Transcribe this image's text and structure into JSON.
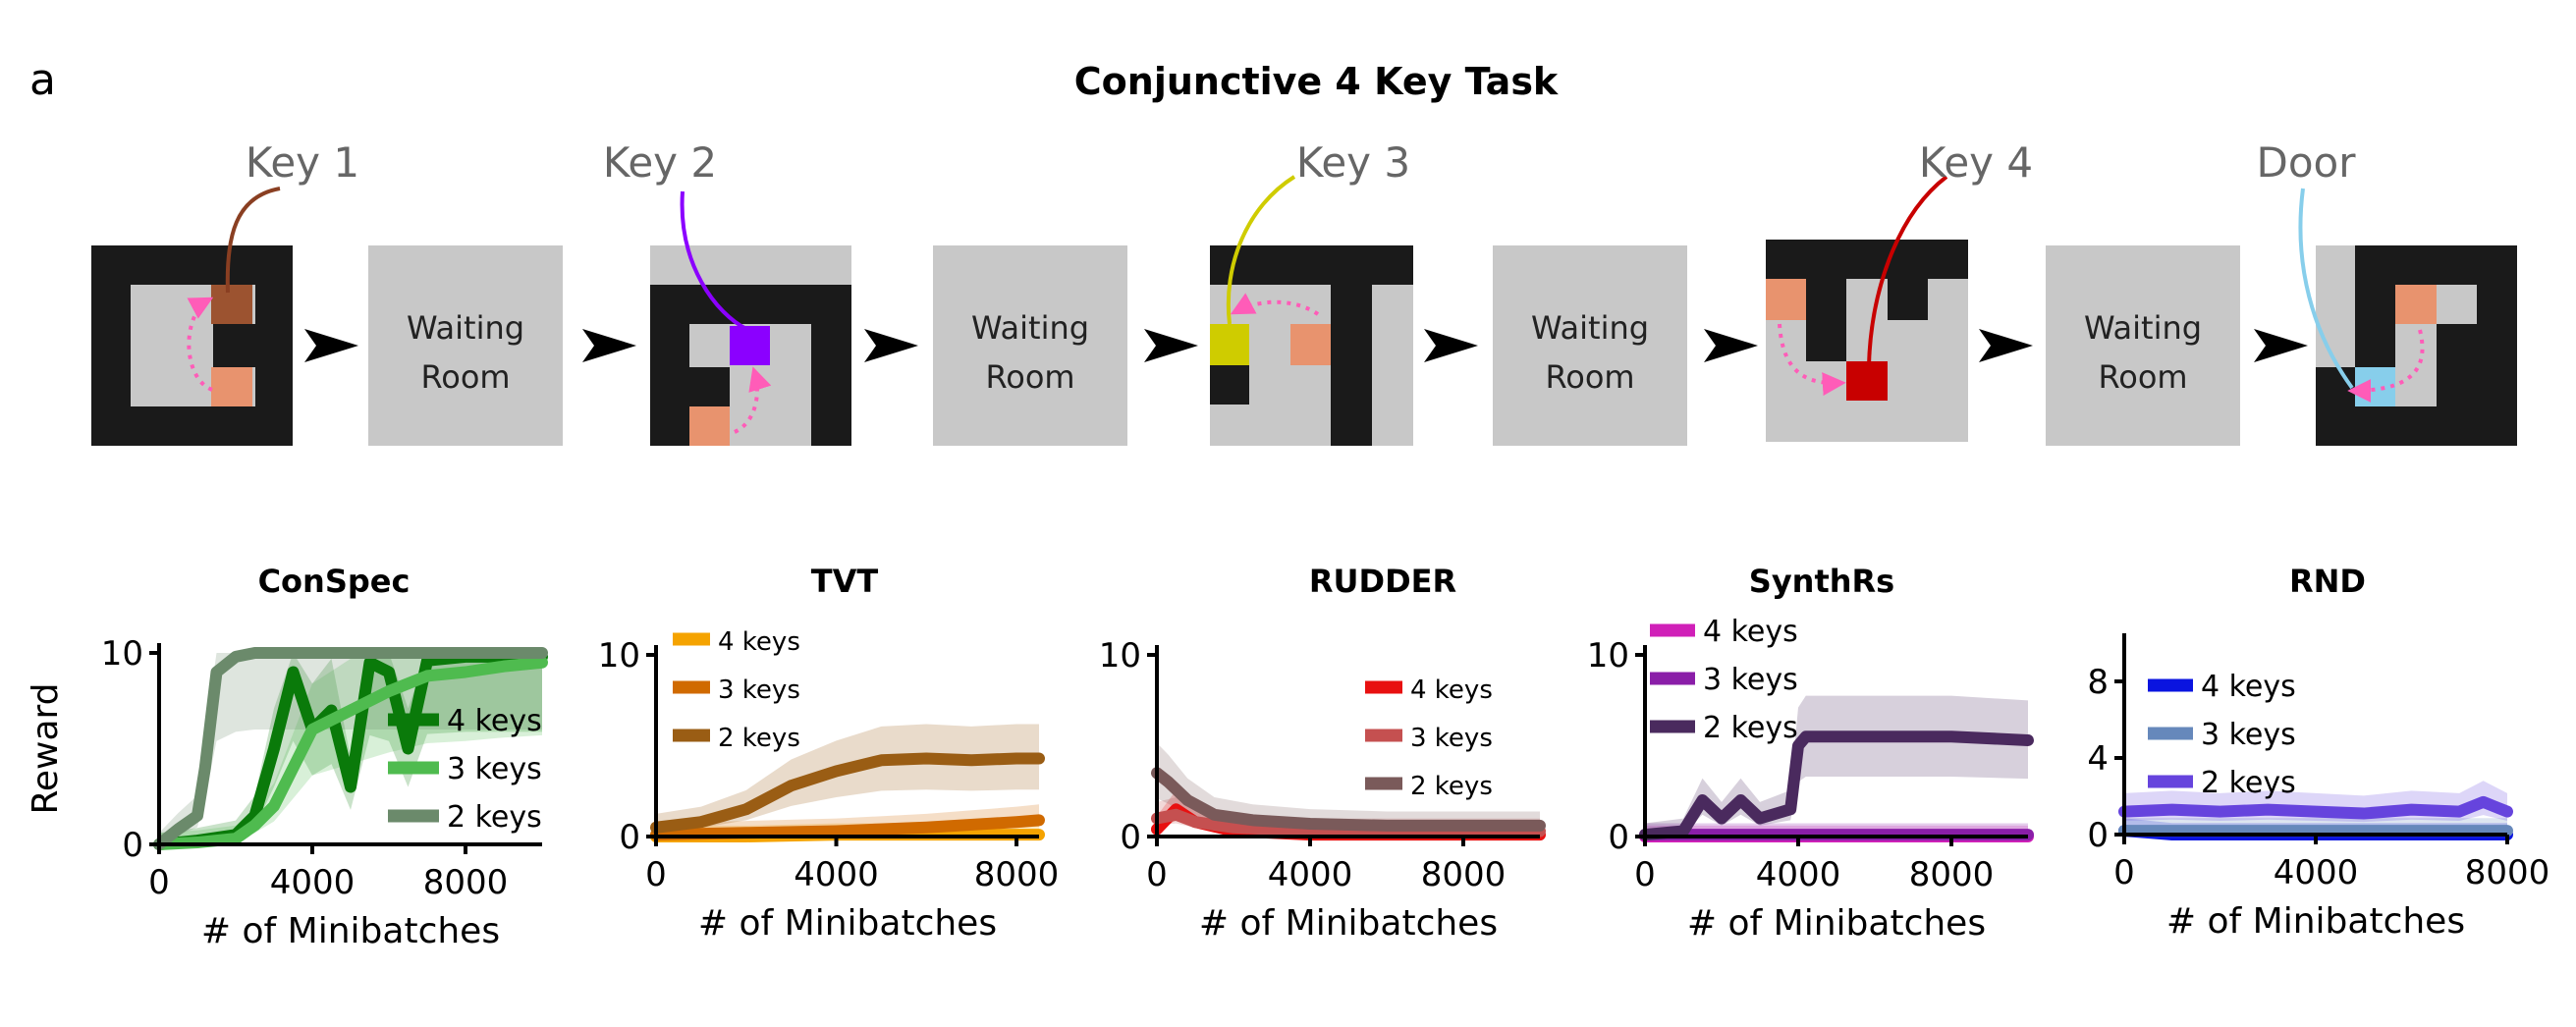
{
  "panel_letter": "a",
  "task_title": "Conjunctive 4 Key Task",
  "rooms": [
    {
      "label": "Key 1",
      "color": "#9c5330"
    },
    {
      "label": "Key 2",
      "color": "#8b00ff"
    },
    {
      "label": "Key 3",
      "color": "#cfcc00"
    },
    {
      "label": "Key 4",
      "color": "#c80000"
    },
    {
      "label": "Door",
      "color": "#87ceeb"
    }
  ],
  "waiting_room_line1": "Waiting",
  "waiting_room_line2": "Room",
  "colors": {
    "wall": "#1a1a1a",
    "floor": "#c8c8c8",
    "agent": "#e8936e",
    "path_arrow": "#ff5cb8"
  },
  "chart_data": [
    {
      "type": "line",
      "title": "ConSpec",
      "ylabel": "Reward",
      "xlabel": "# of Minibatches",
      "xlim": [
        0,
        10000
      ],
      "ylim": [
        0,
        10
      ],
      "xticks": [
        0,
        4000,
        8000
      ],
      "yticks": [
        0,
        10
      ],
      "legend_loc": "center right",
      "series": [
        {
          "name": "4 keys",
          "color": "#0a7a0a",
          "x": [
            0,
            1000,
            2000,
            2500,
            3000,
            3500,
            4000,
            4500,
            5000,
            5500,
            6000,
            6500,
            7000,
            8000,
            9000,
            10000
          ],
          "y": [
            0,
            0.2,
            0.5,
            1.5,
            5,
            9,
            6,
            7,
            3,
            9.5,
            9,
            5,
            9.6,
            9.8,
            9.8,
            9.8
          ]
        },
        {
          "name": "3 keys",
          "color": "#4fbb4f",
          "x": [
            0,
            1000,
            2000,
            2500,
            3000,
            3500,
            4000,
            5000,
            6000,
            7000,
            8000,
            9000,
            10000
          ],
          "y": [
            0,
            0.1,
            0.3,
            1,
            2,
            4,
            6,
            7,
            8,
            8.8,
            9,
            9.3,
            9.5
          ]
        },
        {
          "name": "2 keys",
          "color": "#6b8a6b",
          "x": [
            0,
            500,
            1000,
            1200,
            1500,
            2000,
            2500,
            3000,
            4000,
            6000,
            8000,
            10000
          ],
          "y": [
            0,
            0.8,
            1.5,
            4,
            9,
            9.8,
            10,
            10,
            10,
            10,
            10,
            10
          ]
        }
      ]
    },
    {
      "type": "line",
      "title": "TVT",
      "ylabel": "",
      "xlabel": "# of Minibatches",
      "xlim": [
        0,
        8500
      ],
      "ylim": [
        0,
        10
      ],
      "xticks": [
        0,
        4000,
        8000
      ],
      "yticks": [
        0,
        10
      ],
      "legend_loc": "upper left",
      "series": [
        {
          "name": "4 keys",
          "color": "#f5a300",
          "x": [
            0,
            2000,
            4000,
            6000,
            8500
          ],
          "y": [
            0,
            0,
            0.1,
            0.1,
            0.1
          ]
        },
        {
          "name": "3 keys",
          "color": "#d06a00",
          "x": [
            0,
            2000,
            4000,
            6000,
            8000,
            8500
          ],
          "y": [
            0.1,
            0.2,
            0.3,
            0.5,
            0.8,
            0.9
          ]
        },
        {
          "name": "2 keys",
          "color": "#9a5d14",
          "x": [
            0,
            1000,
            2000,
            3000,
            4000,
            5000,
            6000,
            7000,
            8000,
            8500
          ],
          "y": [
            0.5,
            0.8,
            1.5,
            2.8,
            3.6,
            4.2,
            4.3,
            4.2,
            4.3,
            4.3
          ]
        }
      ]
    },
    {
      "type": "line",
      "title": "RUDDER",
      "ylabel": "",
      "xlabel": "# of Minibatches",
      "xlim": [
        0,
        10000
      ],
      "ylim": [
        0,
        10
      ],
      "xticks": [
        0,
        4000,
        8000
      ],
      "yticks": [
        0,
        10
      ],
      "legend_loc": "center right",
      "series": [
        {
          "name": "4 keys",
          "color": "#e81010",
          "x": [
            0,
            500,
            1000,
            2000,
            3000,
            4000,
            6000,
            8000,
            10000
          ],
          "y": [
            0.4,
            1.5,
            0.8,
            0.3,
            0.2,
            0.1,
            0.1,
            0.1,
            0.1
          ]
        },
        {
          "name": "3 keys",
          "color": "#c55050",
          "x": [
            0,
            500,
            1000,
            2000,
            3000,
            4000,
            6000,
            8000,
            10000
          ],
          "y": [
            1,
            1.2,
            0.8,
            0.5,
            0.4,
            0.3,
            0.3,
            0.3,
            0.3
          ]
        },
        {
          "name": "2 keys",
          "color": "#7a5a5a",
          "x": [
            0,
            300,
            800,
            1500,
            2500,
            4000,
            6000,
            8000,
            10000
          ],
          "y": [
            3.5,
            3,
            2,
            1.2,
            0.9,
            0.7,
            0.6,
            0.6,
            0.6
          ]
        }
      ]
    },
    {
      "type": "line",
      "title": "SynthRs",
      "ylabel": "",
      "xlabel": "# of Minibatches",
      "xlim": [
        0,
        10000
      ],
      "ylim": [
        0,
        10
      ],
      "xticks": [
        0,
        4000,
        8000
      ],
      "yticks": [
        0,
        10
      ],
      "legend_loc": "upper left",
      "series": [
        {
          "name": "4 keys",
          "color": "#d020b8",
          "x": [
            0,
            5000,
            10000
          ],
          "y": [
            0,
            0,
            0
          ]
        },
        {
          "name": "3 keys",
          "color": "#8a1ea8",
          "x": [
            0,
            5000,
            10000
          ],
          "y": [
            0.1,
            0.1,
            0.1
          ]
        },
        {
          "name": "2 keys",
          "color": "#4a2a5e",
          "x": [
            0,
            1000,
            1500,
            2000,
            2500,
            3000,
            3800,
            4000,
            4200,
            6000,
            8000,
            10000
          ],
          "y": [
            0.1,
            0.3,
            2,
            1,
            2,
            1,
            1.5,
            5,
            5.5,
            5.5,
            5.5,
            5.3
          ]
        }
      ]
    },
    {
      "type": "line",
      "title": "RND",
      "ylabel": "",
      "xlabel": "# of Minibatches",
      "xlim": [
        0,
        8000
      ],
      "ylim": [
        0,
        10
      ],
      "xticks": [
        0,
        4000,
        8000
      ],
      "yticks": [
        0,
        4,
        8
      ],
      "legend_loc": "upper left",
      "series": [
        {
          "name": "4 keys",
          "color": "#0a14e0",
          "x": [
            0,
            500,
            1000,
            2000,
            4000,
            6000,
            8000
          ],
          "y": [
            0.2,
            0.1,
            0,
            0,
            0,
            0,
            0
          ]
        },
        {
          "name": "3 keys",
          "color": "#6688bb",
          "x": [
            0,
            2000,
            4000,
            6000,
            8000
          ],
          "y": [
            0.2,
            0.2,
            0.2,
            0.2,
            0.2
          ]
        },
        {
          "name": "2 keys",
          "color": "#6644dd",
          "x": [
            0,
            1000,
            2000,
            3000,
            4000,
            5000,
            6000,
            7000,
            7500,
            8000
          ],
          "y": [
            1.2,
            1.3,
            1.2,
            1.3,
            1.2,
            1.1,
            1.3,
            1.2,
            1.7,
            1.2
          ]
        }
      ]
    }
  ]
}
